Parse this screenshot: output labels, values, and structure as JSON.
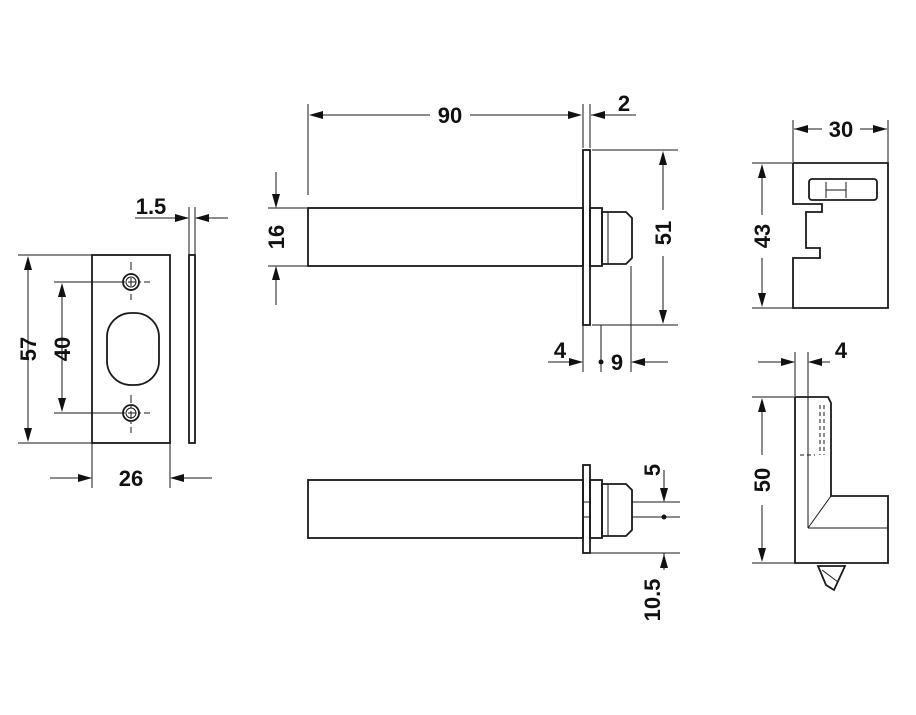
{
  "dimensions": {
    "strike_width": "26",
    "strike_height": "57",
    "strike_hole_spacing": "40",
    "strike_thickness": "1.5",
    "bolt_length": "90",
    "flange_thickness": "2",
    "bolt_diameter": "16",
    "flange_height": "51",
    "offset_left": "4",
    "offset_right": "9",
    "bottom_offset_upper": "5",
    "bottom_offset_lower": "10.5",
    "key_width": "30",
    "key_height": "43",
    "key_thickness": "4",
    "key_side_height": "50"
  }
}
